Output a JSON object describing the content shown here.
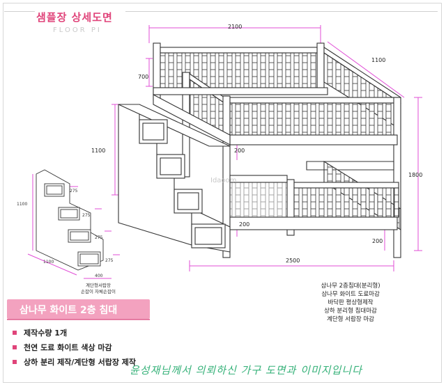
{
  "header": {
    "title": "샘플장 상세도면",
    "subtitle": "FLOOR PI"
  },
  "dimensions": {
    "top_width": "2100",
    "depth": "1100",
    "rail_height": "700",
    "left_height": "1100",
    "total_height": "1800",
    "gap_upper": "200",
    "gap_lower": "200",
    "base_right": "200",
    "base_length": "2500"
  },
  "stair_dimensions": {
    "height": "1100",
    "step_1": "275",
    "step_2": "275",
    "step_3": "275",
    "step_4": "275",
    "depth": "1100",
    "width": "400"
  },
  "stair_caption": {
    "line1": "계단형서랍장",
    "line2": "손잡이 자체손잡이"
  },
  "watermark": "Idaoom",
  "banner": {
    "title": "삼나무 화이트 2층 침대"
  },
  "specs": [
    {
      "label": "제작수량   1개"
    },
    {
      "label": "천연 도료 화이트 색상 마감"
    },
    {
      "label": "상하 분리 제작/계단형 서랍장 제작"
    }
  ],
  "notes": [
    "삼나무 2층침대(분리형)",
    "삼나무 화이트 도료마감",
    "바닥판 평상형제작",
    "상하 분리형 침대마감",
    "계단형 서랍장 마감"
  ],
  "footer": "윤성재님께서 의뢰하신 가구 도면과 이미지입니다",
  "colors": {
    "accent": "#e0447a",
    "dimension": "#e04cd6",
    "banner": "#f3a2bf",
    "footer": "#37b27a"
  }
}
